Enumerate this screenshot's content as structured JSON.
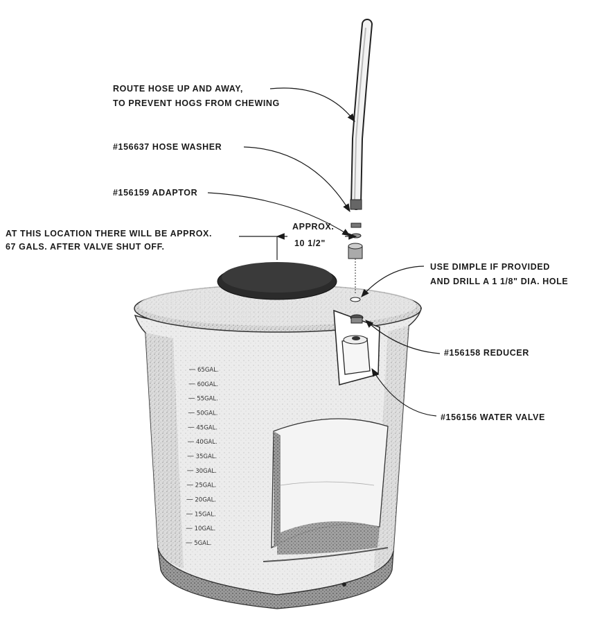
{
  "callouts": {
    "route_hose_1": "ROUTE HOSE UP AND AWAY,",
    "route_hose_2": "TO PREVENT HOGS FROM CHEWING",
    "hose_washer": "#156637 HOSE WASHER",
    "adaptor": "#156159 ADAPTOR",
    "location_1": "AT THIS LOCATION THERE WILL BE APPROX.",
    "location_2": "67 GALS. AFTER VALVE SHUT OFF.",
    "approx_1": "APPROX.",
    "approx_2": "10 1/2\"",
    "dimple_1": "USE DIMPLE IF PROVIDED",
    "dimple_2": "AND DRILL A 1 1/8\" DIA. HOLE",
    "reducer": "#156158 REDUCER",
    "water_valve": "#156156 WATER VALVE"
  },
  "gallon_marks": [
    "65GAL.",
    "60GAL.",
    "55GAL.",
    "50GAL.",
    "45GAL.",
    "40GAL.",
    "35GAL.",
    "30GAL.",
    "25GAL.",
    "20GAL.",
    "15GAL.",
    "10GAL.",
    "5GAL."
  ]
}
